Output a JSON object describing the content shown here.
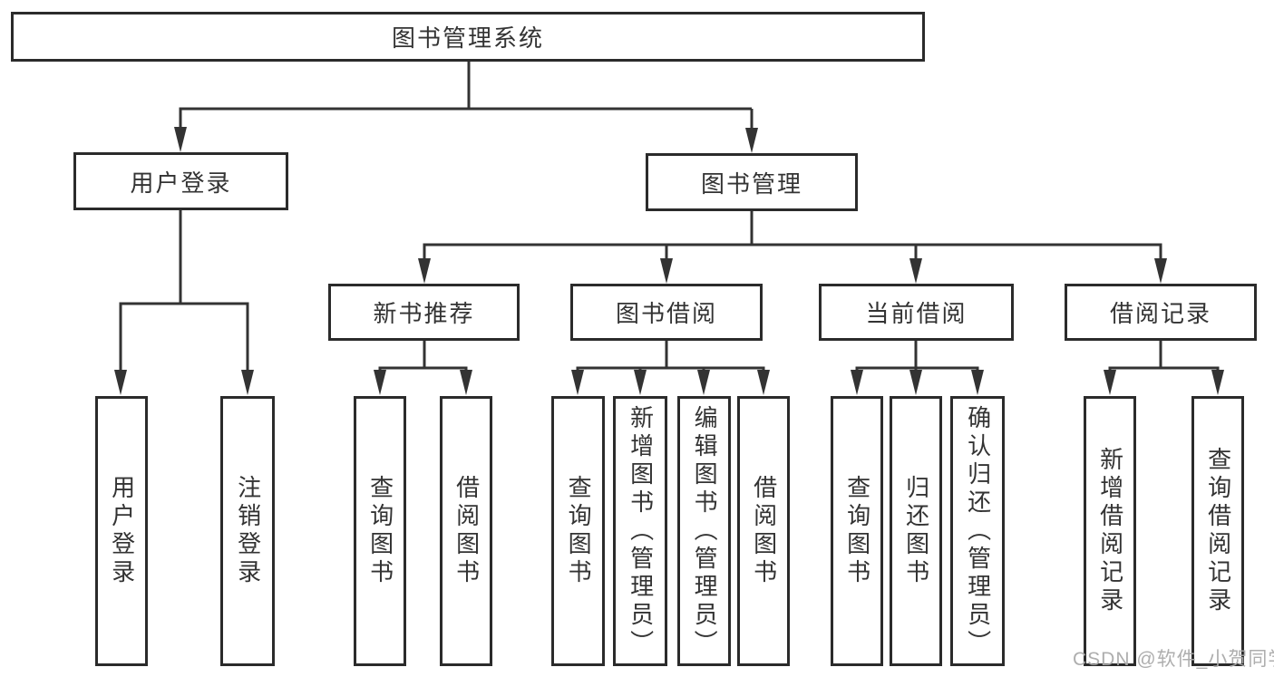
{
  "root": {
    "label": "图书管理系统"
  },
  "branches": {
    "user_login": {
      "label": "用户登录",
      "children": [
        {
          "label": "用户登录"
        },
        {
          "label": "注销登录"
        }
      ]
    },
    "book_management": {
      "label": "图书管理",
      "children": [
        {
          "label": "新书推荐",
          "children": [
            {
              "label": "查询图书"
            },
            {
              "label": "借阅图书"
            }
          ]
        },
        {
          "label": "图书借阅",
          "children": [
            {
              "label": "查询图书"
            },
            {
              "label": "新增图书（管理员）"
            },
            {
              "label": "编辑图书（管理员）"
            },
            {
              "label": "借阅图书"
            }
          ]
        },
        {
          "label": "当前借阅",
          "children": [
            {
              "label": "查询图书"
            },
            {
              "label": "归还图书"
            },
            {
              "label": "确认归还（管理员）"
            }
          ]
        },
        {
          "label": "借阅记录",
          "children": [
            {
              "label": "新增借阅记录"
            },
            {
              "label": "查询借阅记录"
            }
          ]
        }
      ]
    }
  },
  "watermark": "CSDN @软件_小贺同学",
  "colors": {
    "line": "#333333",
    "box_border": "#2b2b2b",
    "text": "#333333",
    "background": "#ffffff",
    "watermark": "#aaaaaa"
  }
}
